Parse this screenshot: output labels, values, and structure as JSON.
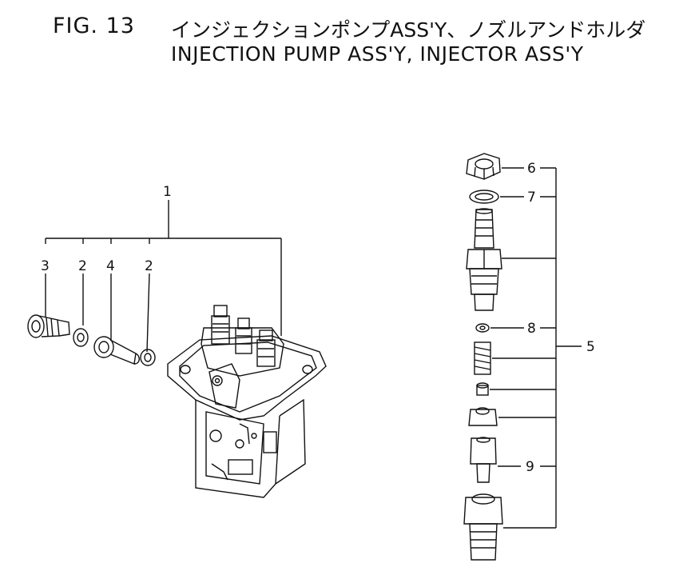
{
  "figure": {
    "number": "FIG. 13",
    "title_jp": "インジェクションポンプASS'Y、ノズルアンドホルダ",
    "title_en": "INJECTION PUMP ASS'Y, INJECTOR ASS'Y"
  },
  "callouts": {
    "c1": "1",
    "c2a": "2",
    "c2b": "2",
    "c3": "3",
    "c4": "4",
    "c5": "5",
    "c6": "6",
    "c7": "7",
    "c8": "8",
    "c9": "9"
  }
}
